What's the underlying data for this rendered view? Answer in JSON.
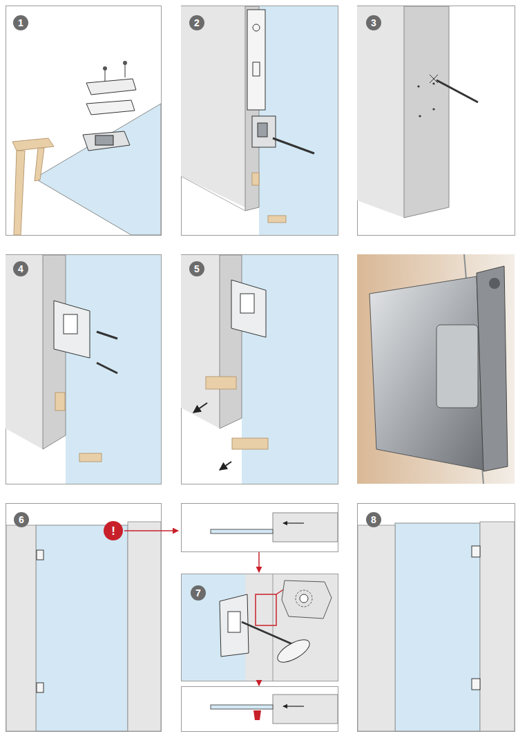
{
  "diagram": {
    "labels": [
      "1",
      "2",
      "3",
      "4",
      "5",
      "6",
      "!",
      "7",
      "8"
    ]
  }
}
